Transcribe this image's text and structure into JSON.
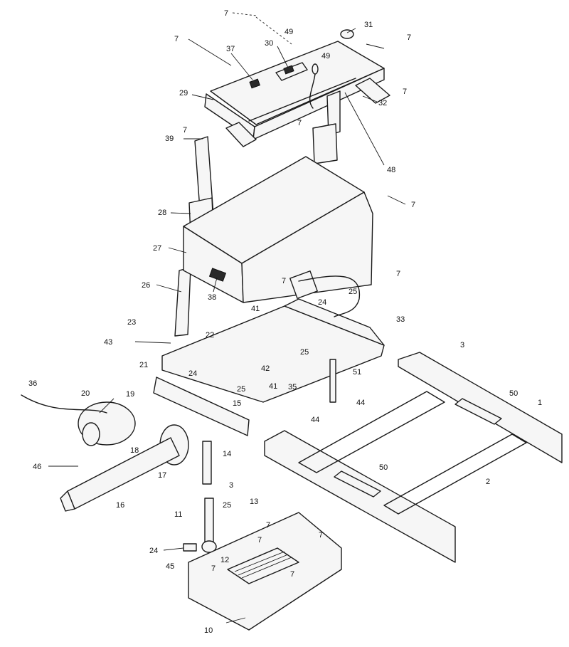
{
  "diagram": {
    "labels": [
      {
        "id": "l7a",
        "text": "7"
      },
      {
        "id": "l49a",
        "text": "49"
      },
      {
        "id": "l31",
        "text": "31"
      },
      {
        "id": "l7b",
        "text": "7"
      },
      {
        "id": "l37",
        "text": "37"
      },
      {
        "id": "l30",
        "text": "30"
      },
      {
        "id": "l49b",
        "text": "49"
      },
      {
        "id": "l7c",
        "text": "7"
      },
      {
        "id": "l7d",
        "text": "7"
      },
      {
        "id": "l29",
        "text": "29"
      },
      {
        "id": "l32",
        "text": "32"
      },
      {
        "id": "l7e",
        "text": "7"
      },
      {
        "id": "l7f",
        "text": "7"
      },
      {
        "id": "l39",
        "text": "39"
      },
      {
        "id": "l48",
        "text": "48"
      },
      {
        "id": "l7g",
        "text": "7"
      },
      {
        "id": "l28",
        "text": "28"
      },
      {
        "id": "l27",
        "text": "27"
      },
      {
        "id": "l7h",
        "text": "7"
      },
      {
        "id": "l26",
        "text": "26"
      },
      {
        "id": "l38",
        "text": "38"
      },
      {
        "id": "l7i",
        "text": "7"
      },
      {
        "id": "l25a",
        "text": "25"
      },
      {
        "id": "l41a",
        "text": "41"
      },
      {
        "id": "l24a",
        "text": "24"
      },
      {
        "id": "l33",
        "text": "33"
      },
      {
        "id": "l23",
        "text": "23"
      },
      {
        "id": "l22",
        "text": "22"
      },
      {
        "id": "l43",
        "text": "43"
      },
      {
        "id": "l25b",
        "text": "25"
      },
      {
        "id": "l3a",
        "text": "3"
      },
      {
        "id": "l21",
        "text": "21"
      },
      {
        "id": "l24b",
        "text": "24"
      },
      {
        "id": "l42",
        "text": "42"
      },
      {
        "id": "l41b",
        "text": "41"
      },
      {
        "id": "l51",
        "text": "51"
      },
      {
        "id": "l36",
        "text": "36"
      },
      {
        "id": "l25c",
        "text": "25"
      },
      {
        "id": "l35",
        "text": "35"
      },
      {
        "id": "l50a",
        "text": "50"
      },
      {
        "id": "l20",
        "text": "20"
      },
      {
        "id": "l19",
        "text": "19"
      },
      {
        "id": "l15",
        "text": "15"
      },
      {
        "id": "l44a",
        "text": "44"
      },
      {
        "id": "l1",
        "text": "1"
      },
      {
        "id": "l44b",
        "text": "44"
      },
      {
        "id": "l18",
        "text": "18"
      },
      {
        "id": "l14",
        "text": "14"
      },
      {
        "id": "l46",
        "text": "46"
      },
      {
        "id": "l17",
        "text": "17"
      },
      {
        "id": "l50b",
        "text": "50"
      },
      {
        "id": "l3b",
        "text": "3"
      },
      {
        "id": "l2",
        "text": "2"
      },
      {
        "id": "l16",
        "text": "16"
      },
      {
        "id": "l11",
        "text": "11"
      },
      {
        "id": "l25d",
        "text": "25"
      },
      {
        "id": "l13",
        "text": "13"
      },
      {
        "id": "l7j",
        "text": "7"
      },
      {
        "id": "l24c",
        "text": "24"
      },
      {
        "id": "l12",
        "text": "12"
      },
      {
        "id": "l7k",
        "text": "7"
      },
      {
        "id": "l7l",
        "text": "7"
      },
      {
        "id": "l45",
        "text": "45"
      },
      {
        "id": "l7m",
        "text": "7"
      },
      {
        "id": "l7n",
        "text": "7"
      },
      {
        "id": "l10",
        "text": "10"
      }
    ]
  }
}
